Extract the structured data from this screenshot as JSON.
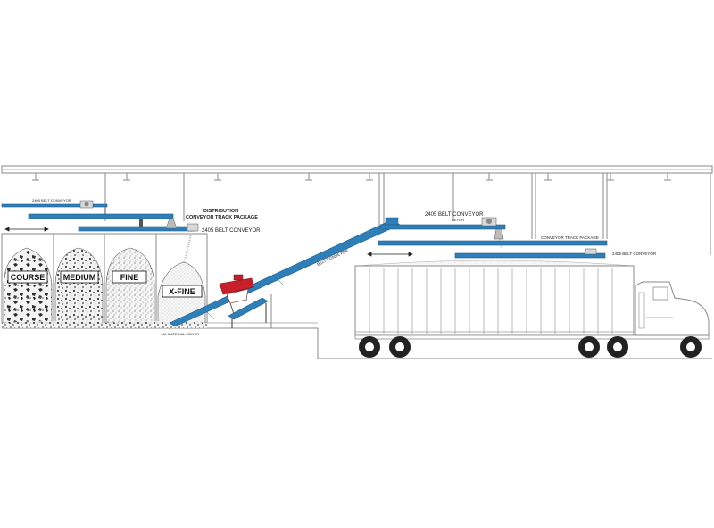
{
  "labels": {
    "upper_belt_left": "2405 BELT CONVEYOR",
    "distribution_line1": "DISTRIBUTION",
    "distribution_line2": "CONVEYOR TRACK PACKAGE",
    "belt_left": "2405 BELT CONVEYOR",
    "incline_belt": "BELT CONVEYOR",
    "material_mover": "440 MATERIAL MOVER",
    "belt_right_top": "2405 BELT CONVEYOR",
    "belt_right_sub": "VEYOR",
    "track_package_right": "CONVEYOR TRACK PACKAGE",
    "belt_right_lower": "2405 BELT CONVEYOR"
  },
  "bins": [
    {
      "label": "COURSE",
      "fill": "coarse"
    },
    {
      "label": "MEDIUM",
      "fill": "medium"
    },
    {
      "label": "FINE",
      "fill": "fine"
    },
    {
      "label": "X-FINE",
      "fill": "xfine"
    }
  ],
  "colors": {
    "conveyor_blue": "#2e7fb8",
    "material_mover_red": "#c8202a",
    "structure_gray": "#8a8a8a"
  }
}
